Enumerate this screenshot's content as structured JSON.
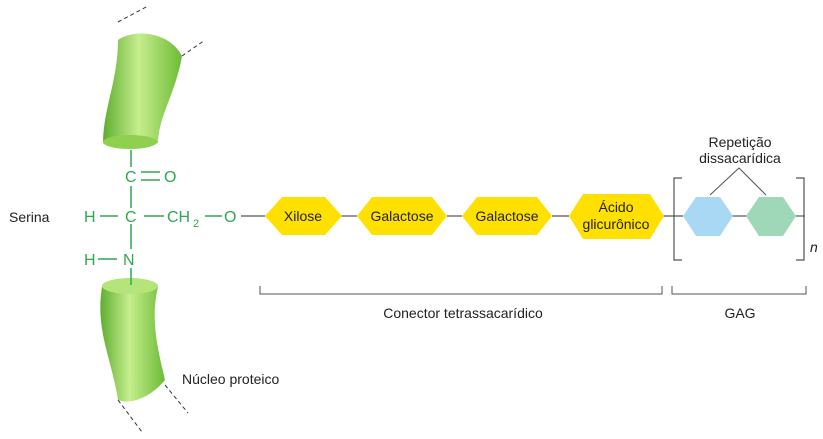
{
  "labels": {
    "serine": "Serina",
    "protein_core": "Núcleo proteico",
    "linker": "Conector tetrassacarídico",
    "gag": "GAG",
    "repeat_line1": "Repetição",
    "repeat_line2": "dissacarídica",
    "repeat_count": "n"
  },
  "chemistry": {
    "carbonyl_c": "C",
    "carbonyl_eq": "=",
    "carbonyl_o": "O",
    "h_left": "H",
    "alpha_c": "C",
    "ch": "CH",
    "ch_sub": "2",
    "o_link": "O",
    "n_h": "H",
    "n": "N"
  },
  "sugars": {
    "xylose": "Xilose",
    "galactose1": "Galactose",
    "galactose2": "Galactose",
    "glucuronic_line1": "Ácido",
    "glucuronic_line2": "glicurônico"
  },
  "colors": {
    "protein_green": "#8fd14f",
    "chem_green": "#2fa84f",
    "sugar_yellow": "#ffe000",
    "repeat_blue": "#a9d8f5",
    "repeat_green": "#9ed8b8",
    "line_gray": "#555555"
  }
}
